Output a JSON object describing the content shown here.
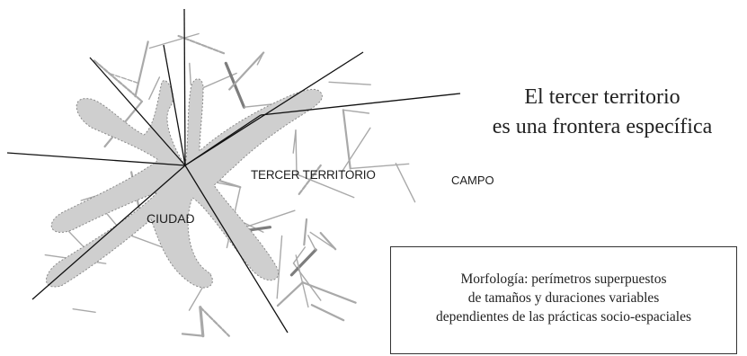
{
  "title": {
    "line1": "El tercer territorio",
    "line2": "es una frontera específica"
  },
  "labels": {
    "campo": "CAMPO",
    "tercer_territorio": "TERCER TERRITORIO",
    "ciudad": "CIUDAD"
  },
  "note": {
    "line1": "Morfología: perímetros superpuestos",
    "line2": "de tamaños y duraciones variables",
    "line3": "dependientes de las prácticas socio-espaciales"
  },
  "colors": {
    "city_fill": "#cfcfcf",
    "network_stroke": "#a9a9a9",
    "network_dark": "#7d7d7d",
    "axes": "#111111"
  }
}
